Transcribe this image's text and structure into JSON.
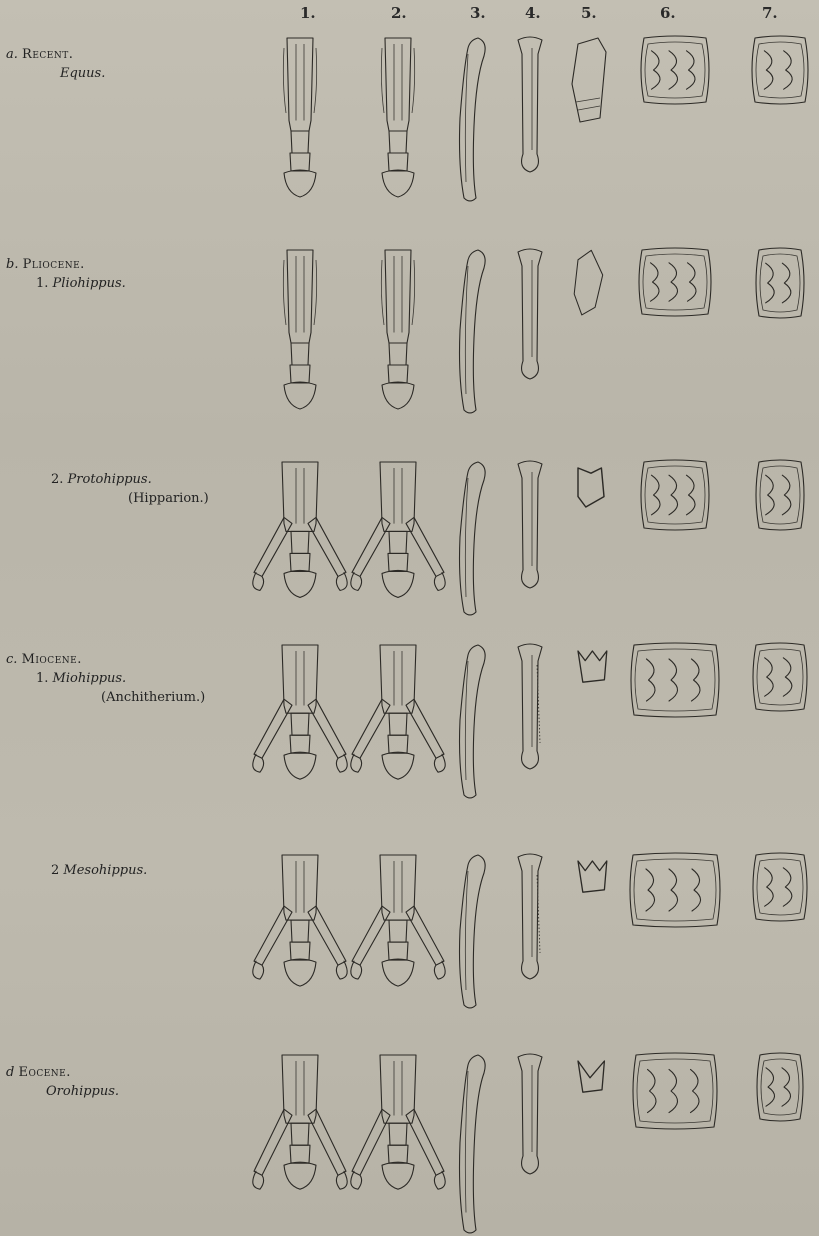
{
  "columns": [
    "1.",
    "2.",
    "3.",
    "4.",
    "5.",
    "6.",
    "7."
  ],
  "rows": [
    {
      "letter": "a.",
      "period": "Recent.",
      "number": "",
      "name": "Equus.",
      "alt": ""
    },
    {
      "letter": "b.",
      "period": "Pliocene.",
      "number": "1.",
      "name": "Pliohippus.",
      "alt": ""
    },
    {
      "letter": "",
      "period": "",
      "number": "2.",
      "name": "Protohippus.",
      "alt": "(Hipparion.)"
    },
    {
      "letter": "c.",
      "period": "Miocene.",
      "number": "1.",
      "name": "Miohippus.",
      "alt": "(Anchitherium.)"
    },
    {
      "letter": "",
      "period": "",
      "number": "2",
      "name": "Mesohippus.",
      "alt": ""
    },
    {
      "letter": "d",
      "period": "Eocene.",
      "number": "",
      "name": "Orohippus.",
      "alt": ""
    }
  ]
}
